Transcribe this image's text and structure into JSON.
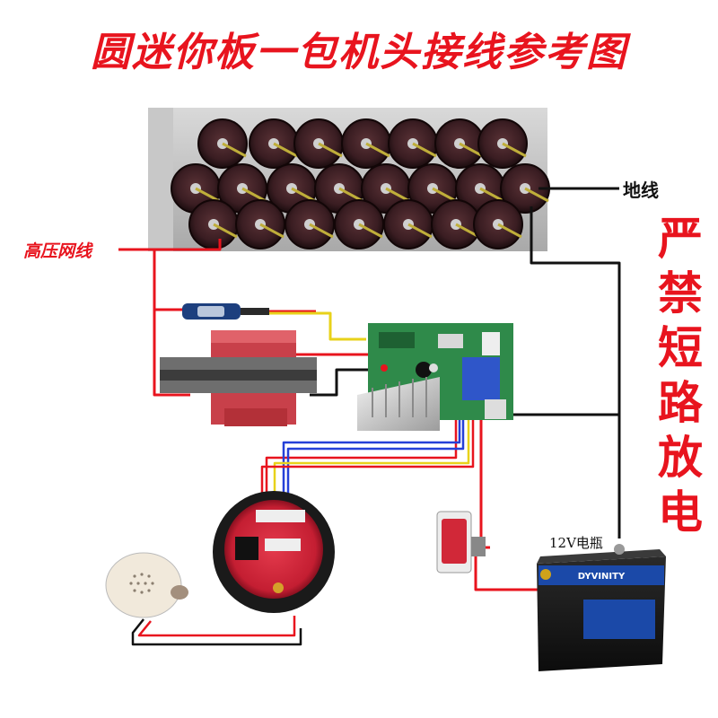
{
  "title": "圆迷你板一包机头接线参考图",
  "labels": {
    "high_voltage_wire": "高压网线",
    "ground_wire": "地线",
    "battery": "12V电瓶"
  },
  "warning": "严禁短路放电",
  "battery_brand": "DYVINITY",
  "colors": {
    "accent_red": "#e8141e",
    "wire_black": "#111111",
    "wire_yellow": "#e8d21a",
    "wire_blue": "#2540d8",
    "pcb_green": "#2f8a4a"
  }
}
